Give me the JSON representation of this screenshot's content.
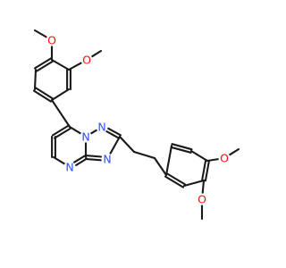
{
  "molecule": {
    "colors": {
      "carbon_bond": "#1a1a1a",
      "oxygen": "#ff0d0d",
      "nitrogen": "#3050f8",
      "background": "#ffffff"
    },
    "atoms": [
      {
        "name": "methoxy-oxygen-top-left",
        "symbol": "O",
        "element": "oxygen"
      },
      {
        "name": "methoxy-oxygen-top-right",
        "symbol": "O",
        "element": "oxygen"
      },
      {
        "name": "triazole-nitrogen-n1",
        "symbol": "N",
        "element": "nitrogen"
      },
      {
        "name": "triazole-nitrogen-bridgehead",
        "symbol": "N",
        "element": "nitrogen"
      },
      {
        "name": "triazole-nitrogen-n3",
        "symbol": "N",
        "element": "nitrogen"
      },
      {
        "name": "pyrimidine-nitrogen",
        "symbol": "N",
        "element": "nitrogen"
      },
      {
        "name": "methoxy-oxygen-right-para",
        "symbol": "O",
        "element": "oxygen"
      },
      {
        "name": "methoxy-oxygen-right-meta",
        "symbol": "O",
        "element": "oxygen"
      }
    ]
  }
}
